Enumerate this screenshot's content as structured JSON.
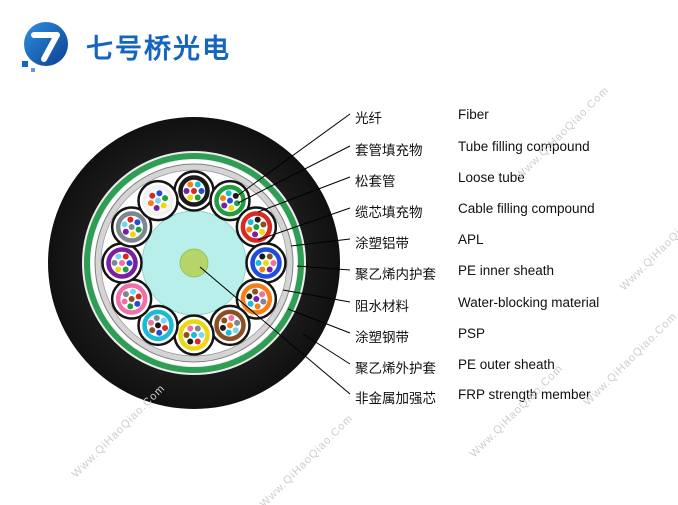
{
  "logo": {
    "brand": "七号桥光电"
  },
  "watermark": "Www.QiHaoQiao.Com",
  "labels": [
    {
      "zh": "光纤",
      "en": "Fiber"
    },
    {
      "zh": "套管填充物",
      "en": "Tube filling compound"
    },
    {
      "zh": "松套管",
      "en": "Loose tube"
    },
    {
      "zh": "缆芯填充物",
      "en": "Cable filling compound"
    },
    {
      "zh": "涂塑铝带",
      "en": "APL"
    },
    {
      "zh": "聚乙烯内护套",
      "en": "PE inner sheath"
    },
    {
      "zh": "阻水材料",
      "en": "Water-blocking material"
    },
    {
      "zh": "涂塑钢带",
      "en": "PSP"
    },
    {
      "zh": "聚乙烯外护套",
      "en": "PE outer sheath"
    },
    {
      "zh": "非金属加强芯",
      "en": "FRP strength member"
    }
  ],
  "colors": {
    "brand_blue": "#1565c0",
    "sheath_black": "#1f1f1f",
    "psp_green": "#2f9e55",
    "apl_gray": "#d4d4d4",
    "core_cyan": "#b9efea",
    "frp_green": "#b5d469"
  },
  "diagram": {
    "tube_colors": [
      "#1a1a1a",
      "#1e9e40",
      "#d8281f",
      "#1f4fd8",
      "#f57f17",
      "#8d4f21",
      "#ead90e",
      "#18bcd4",
      "#ef6fa8",
      "#7a1fa2",
      "#7d8790",
      "#f2f2f2"
    ],
    "fiber_colors": [
      "#d8281f",
      "#1f4fd8",
      "#1e9e40",
      "#ead90e",
      "#7a1fa2",
      "#f57f17",
      "#18bcd4",
      "#1a1a1a",
      "#8d4f21",
      "#ef6fa8",
      "#7d8790",
      "#74d6f2"
    ]
  }
}
